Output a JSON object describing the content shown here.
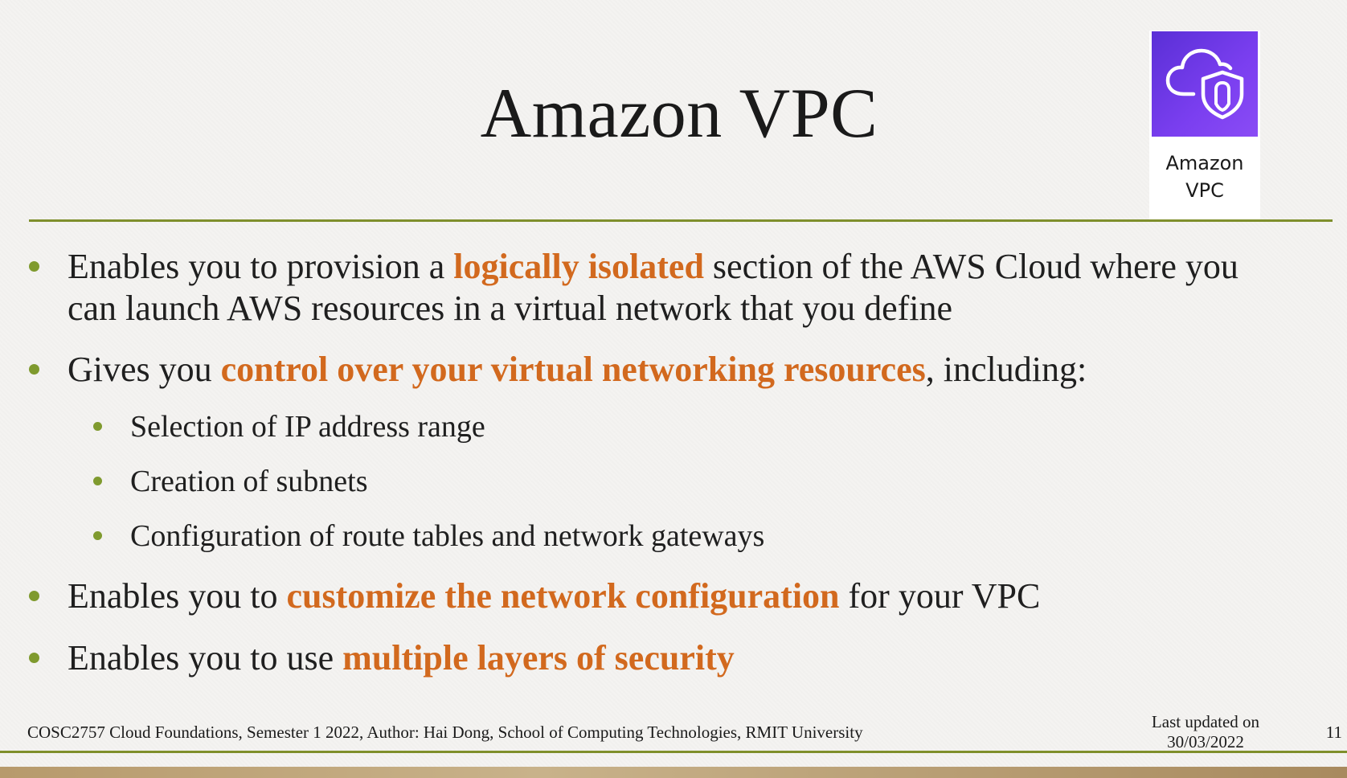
{
  "slide": {
    "title": "Amazon VPC",
    "logo": {
      "icon": "vpc-cloud-shield-icon",
      "label_line1": "Amazon",
      "label_line2": "VPC",
      "tile_color": "#6b35e8"
    },
    "bullets": [
      {
        "pre": "Enables you to provision a ",
        "highlight": "logically isolated",
        "post_line1": " section of  the AWS Cloud where you",
        "line2": "can launch AWS resources in a virtual network that you define"
      },
      {
        "pre": "Gives you ",
        "highlight": "control over your virtual networking resources",
        "post": ", including:",
        "subs": [
          "Selection of  IP address range",
          "Creation of  subnets",
          "Configuration of  route tables and network gateways"
        ]
      },
      {
        "pre": "Enables you to ",
        "highlight": "customize the network configuration",
        "post": " for your VPC"
      },
      {
        "pre": "Enables you to use ",
        "highlight": "multiple layers of  security",
        "post": ""
      }
    ],
    "footer": {
      "text": "COSC2757 Cloud Foundations, Semester 1 2022, Author: Hai Dong, School of Computing Technologies, RMIT University",
      "updated_line1": "Last updated on",
      "updated_line2": "30/03/2022",
      "page_number": "11"
    },
    "colors": {
      "accent": "#d2691e",
      "rule": "#7f8f2c",
      "bullet": "#7f9a2e"
    }
  }
}
